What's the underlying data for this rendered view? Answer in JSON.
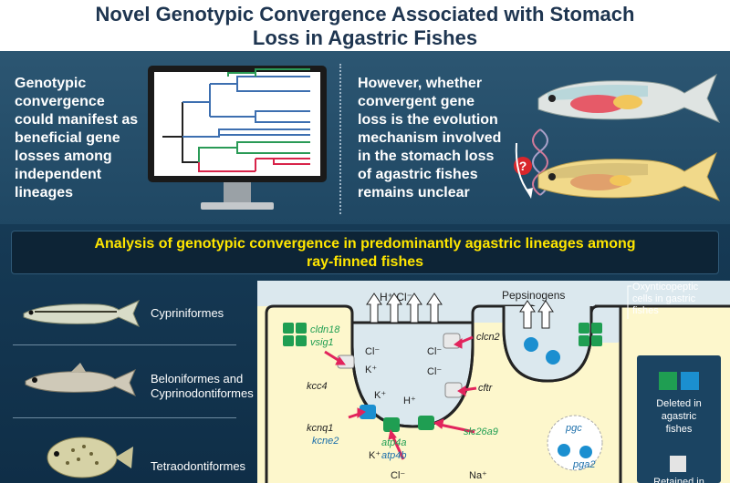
{
  "header": {
    "title_line1": "Novel Genotypic Convergence Associated with Stomach",
    "title_line2": "Loss in Agastric Fishes"
  },
  "intro": {
    "left_lines": [
      "Genotypic",
      "convergence",
      "could manifest as",
      "beneficial gene",
      "losses among",
      "independent",
      "lineages"
    ],
    "right_lines": [
      "However, whether",
      "convergent gene",
      "loss is the evolution",
      "mechanism involved",
      "in the stomach loss",
      "of agastric fishes",
      "remains unclear"
    ],
    "question_mark": "?"
  },
  "analysis": {
    "title_line1": "Analysis of genotypic convergence in predominantly agastric lineages among",
    "title_line2": "ray-finned fishes",
    "fish": [
      {
        "label": "Cypriniformes"
      },
      {
        "label_lines": [
          "Beloniformes and",
          "Cyprinodontiformes"
        ]
      },
      {
        "label": "Tetraodontiformes"
      }
    ]
  },
  "cell": {
    "proton_label": "H⁺ Cl⁻",
    "pepsinogens": "Pepsinogens",
    "genes": {
      "cldn18": "cldn18",
      "vsig1": "vsig1",
      "kcc4": "kcc4",
      "kcnq1": "kcnq1",
      "kcne2": "kcne2",
      "atp4a": "atp4a",
      "atp4b": "atp4b",
      "slc26a9": "slc26a9",
      "clcn2": "clcn2",
      "cftr": "cftr",
      "pgc": "pgc",
      "pga2": "pga2"
    },
    "ions": {
      "cl1": "Cl⁻",
      "k1": "K⁺",
      "cl2": "Cl⁻",
      "cl3": "Cl⁻",
      "h1": "H⁺",
      "k2": "K⁺",
      "k3": "K⁺",
      "cl_bottom": "Cl⁻",
      "na_bottom": "Na⁺"
    }
  },
  "legend": {
    "oxy_lines": [
      "Oxynticopeptic",
      "cells in gastric",
      "fishes"
    ],
    "deleted_lines": [
      "Deleted in",
      "agastric",
      "fishes"
    ],
    "retained_lines": [
      "Retained in"
    ]
  },
  "colors": {
    "title_text": "#1e3550",
    "intro_bg": "#2c5672",
    "band_bg": "#163a55",
    "accent_yellow": "#ffe600",
    "gene_green": "#1f9e52",
    "gene_blue": "#1b6eaa",
    "inhibit_pink": "#e2245c",
    "cell_bg": "#fdf7cc"
  }
}
